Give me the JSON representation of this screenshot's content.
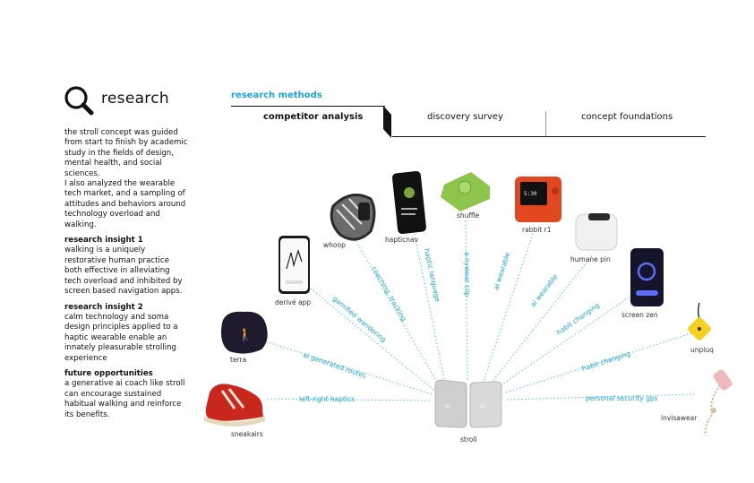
{
  "header": {
    "title": "research"
  },
  "intro": {
    "p1": "the stroll concept was guided from start to finish by academic study in the fields of design, mental health, and social sciences.",
    "p2": "I also analyzed the wearable tech market, and a sampling of attitudes and behaviors around technology overload and walking."
  },
  "insights": [
    {
      "title": "research insight 1",
      "body": "walking is a uniquely restorative human practice both effective in alleviating tech overload and inhibited by screen based navigation apps."
    },
    {
      "title": "research insight 2",
      "body": "calm technology and soma design principles applied to a haptic wearable enable an innately pleasurable strolling experience"
    },
    {
      "title": "future opportunities",
      "body": "a generative ai coach like stroll can encourage sustained habitual walking and reinforce its benefits."
    }
  ],
  "methods": {
    "label": "research methods",
    "tabs": [
      "competitor analysis",
      "discovery survey",
      "concept foundations"
    ],
    "active": "competitor analysis"
  },
  "diagram": {
    "center": "stroll",
    "products": [
      "sneakairs",
      "terra",
      "derivé app",
      "whoop",
      "hapticnav",
      "shuffle",
      "rabbit r1",
      "humane pin",
      "screen zen",
      "unpluq",
      "invisawear"
    ],
    "features": [
      "left-right haptics",
      "ai generated routes",
      "gamified wandering",
      "coaching, tracking",
      "haptic language",
      "a nywear clip",
      "ai wearable",
      "ai wearable",
      "habit changing",
      "habit changing",
      "personal security gps"
    ]
  },
  "colors": {
    "accent": "#1aa4d8",
    "text": "#111111",
    "line": "#59c3ea"
  },
  "icons": {
    "logo": "magnifier-icon"
  }
}
